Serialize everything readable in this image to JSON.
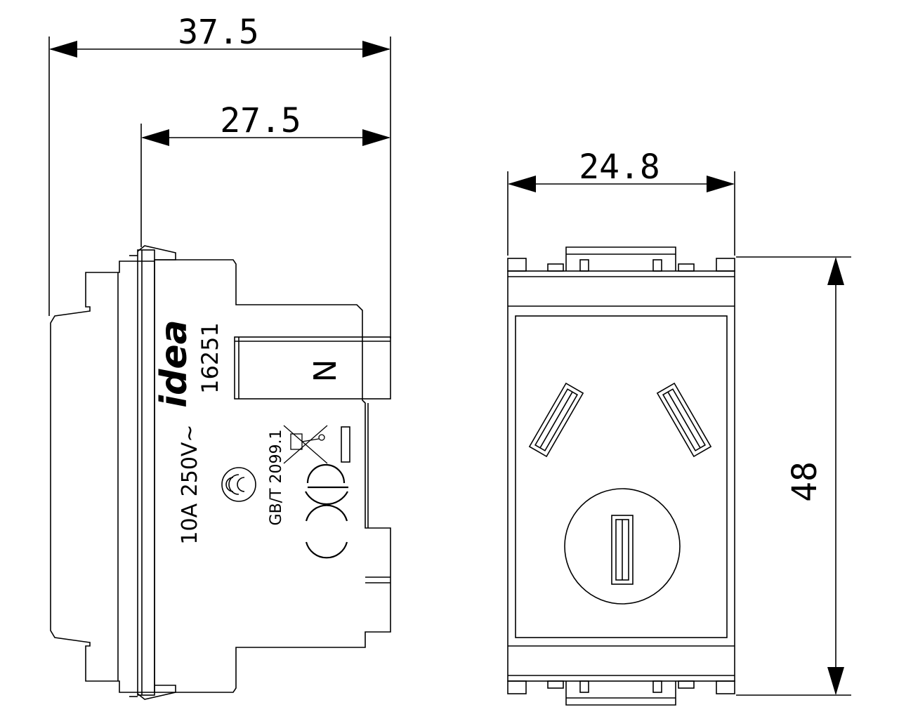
{
  "dimensions": {
    "overall_depth": "37.5",
    "body_depth": "27.5",
    "width": "24.8",
    "height": "48"
  },
  "side_view": {
    "brand": "idea",
    "model": "16251",
    "neutral_label": "N",
    "rating": "10A  250V~",
    "standard": "GB/T 2099.1"
  }
}
